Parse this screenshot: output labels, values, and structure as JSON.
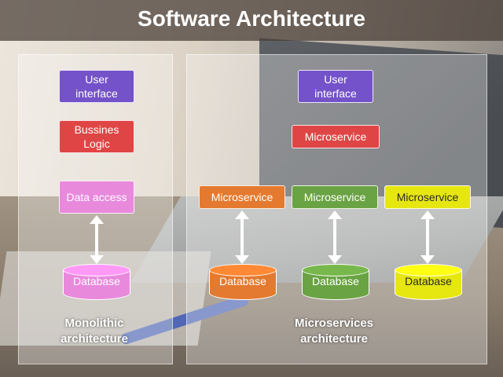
{
  "title": "Software Architecture",
  "monolithic": {
    "user_interface": "User\ninterface",
    "business_logic": "Bussines\nLogic",
    "data_access": "Data access",
    "database": "Database",
    "caption_line1": "Monolithic",
    "caption_line2": "architecture"
  },
  "microservices": {
    "user_interface": "User\ninterface",
    "gateway_service": "Microservice",
    "services": [
      {
        "label": "Microservice",
        "database": "Database",
        "color": "#e47a2f"
      },
      {
        "label": "Microservice",
        "database": "Database",
        "color": "#6aa343"
      },
      {
        "label": "Microservice",
        "database": "Database",
        "color": "#e6e611"
      }
    ],
    "caption_line1": "Microservices",
    "caption_line2": "architecture"
  },
  "colors": {
    "ui": "#7452c9",
    "logic": "#e04545",
    "data_access": "#e889dc"
  }
}
